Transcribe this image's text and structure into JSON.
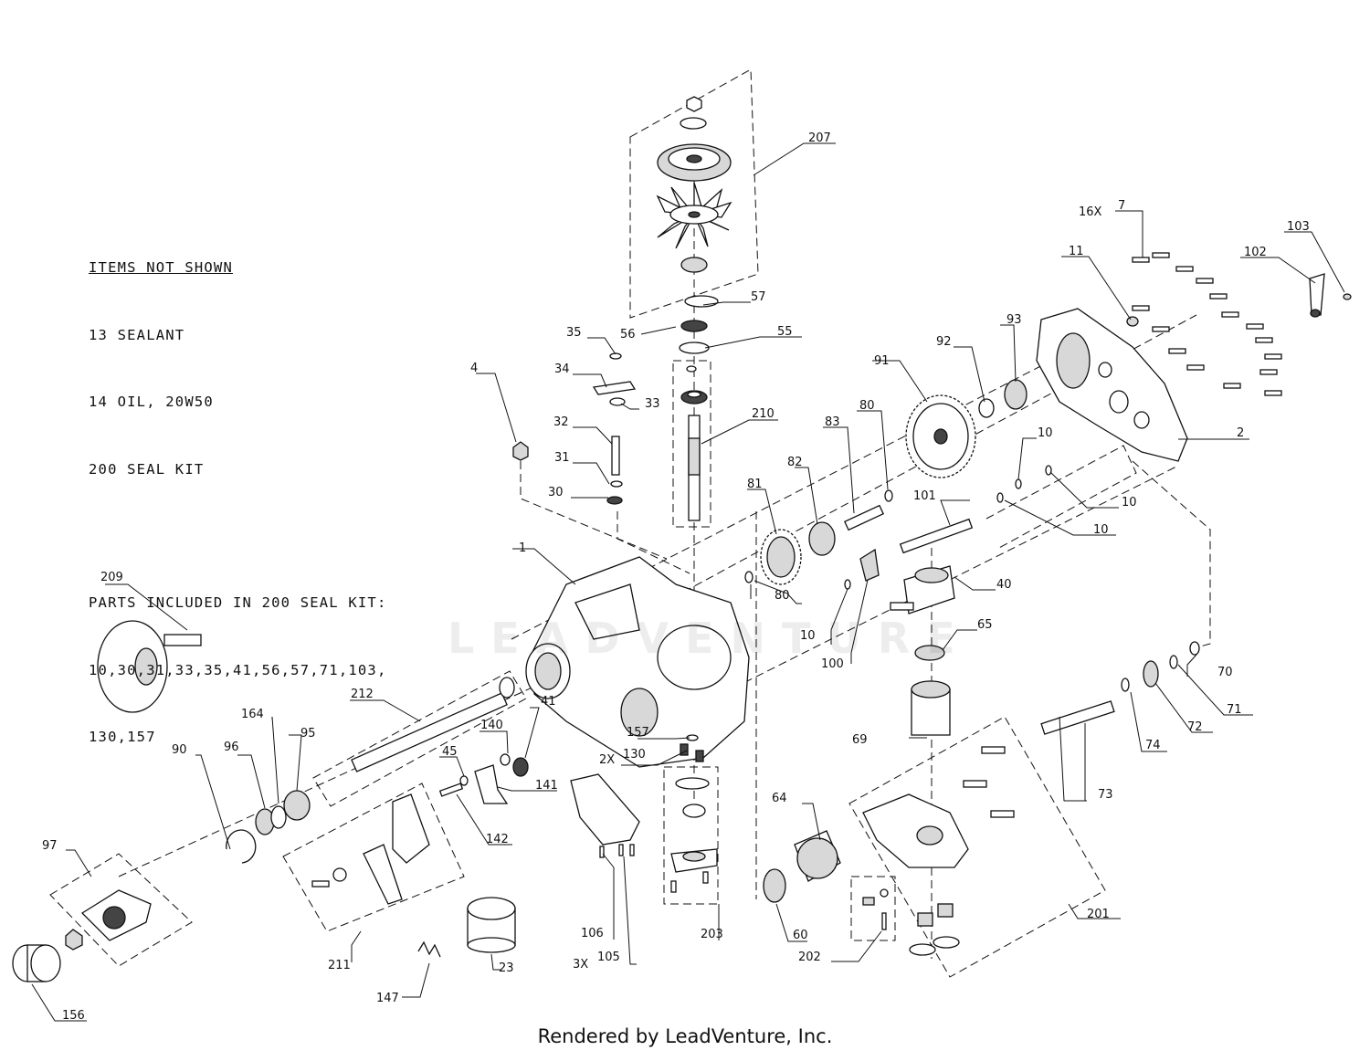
{
  "notes": {
    "heading": "ITEMS NOT SHOWN",
    "lines": [
      "13 SEALANT",
      "14 OIL, 20W50",
      "200 SEAL KIT"
    ],
    "kit_heading": "PARTS INCLUDED IN 200 SEAL KIT:",
    "kit_lines": [
      "10,30,31,33,35,41,56,57,71,103,",
      "130,157"
    ]
  },
  "footer": "Rendered by LeadVenture, Inc.",
  "watermark": "LEADVENTURE",
  "callouts": [
    {
      "id": "c207",
      "text": "207"
    },
    {
      "id": "c57",
      "text": "57"
    },
    {
      "id": "c56",
      "text": "56"
    },
    {
      "id": "c55",
      "text": "55"
    },
    {
      "id": "c35",
      "text": "35"
    },
    {
      "id": "c34",
      "text": "34"
    },
    {
      "id": "c33",
      "text": "33"
    },
    {
      "id": "c32",
      "text": "32"
    },
    {
      "id": "c31",
      "text": "31"
    },
    {
      "id": "c30",
      "text": "30"
    },
    {
      "id": "c4",
      "text": "4"
    },
    {
      "id": "c210",
      "text": "210"
    },
    {
      "id": "c16x",
      "text": "16X"
    },
    {
      "id": "c7",
      "text": "7"
    },
    {
      "id": "c11",
      "text": "11"
    },
    {
      "id": "c103",
      "text": "103"
    },
    {
      "id": "c102",
      "text": "102"
    },
    {
      "id": "c93",
      "text": "93"
    },
    {
      "id": "c92",
      "text": "92"
    },
    {
      "id": "c91",
      "text": "91"
    },
    {
      "id": "c83",
      "text": "83"
    },
    {
      "id": "c80a",
      "text": "80"
    },
    {
      "id": "c82",
      "text": "82"
    },
    {
      "id": "c81",
      "text": "81"
    },
    {
      "id": "c2",
      "text": "2"
    },
    {
      "id": "c10a",
      "text": "10"
    },
    {
      "id": "c10b",
      "text": "10"
    },
    {
      "id": "c10c",
      "text": "10"
    },
    {
      "id": "c101",
      "text": "101"
    },
    {
      "id": "c1",
      "text": "1"
    },
    {
      "id": "c80b",
      "text": "80"
    },
    {
      "id": "c10d",
      "text": "10"
    },
    {
      "id": "c40",
      "text": "40"
    },
    {
      "id": "c100",
      "text": "100"
    },
    {
      "id": "c65",
      "text": "65"
    },
    {
      "id": "c209",
      "text": "209"
    },
    {
      "id": "c212",
      "text": "212"
    },
    {
      "id": "c41",
      "text": "41"
    },
    {
      "id": "c140",
      "text": "140"
    },
    {
      "id": "c157",
      "text": "157"
    },
    {
      "id": "c2x",
      "text": "2X"
    },
    {
      "id": "c130",
      "text": "130"
    },
    {
      "id": "c69",
      "text": "69"
    },
    {
      "id": "c70",
      "text": "70"
    },
    {
      "id": "c71",
      "text": "71"
    },
    {
      "id": "c72",
      "text": "72"
    },
    {
      "id": "c74",
      "text": "74"
    },
    {
      "id": "c164",
      "text": "164"
    },
    {
      "id": "c96",
      "text": "96"
    },
    {
      "id": "c95",
      "text": "95"
    },
    {
      "id": "c90",
      "text": "90"
    },
    {
      "id": "c45",
      "text": "45"
    },
    {
      "id": "c141",
      "text": "141"
    },
    {
      "id": "c142",
      "text": "142"
    },
    {
      "id": "c73",
      "text": "73"
    },
    {
      "id": "c64",
      "text": "64"
    },
    {
      "id": "c97",
      "text": "97"
    },
    {
      "id": "c201",
      "text": "201"
    },
    {
      "id": "c106",
      "text": "106"
    },
    {
      "id": "c203",
      "text": "203"
    },
    {
      "id": "c60",
      "text": "60"
    },
    {
      "id": "c202",
      "text": "202"
    },
    {
      "id": "c3x",
      "text": "3X"
    },
    {
      "id": "c105",
      "text": "105"
    },
    {
      "id": "c211",
      "text": "211"
    },
    {
      "id": "c23",
      "text": "23"
    },
    {
      "id": "c147",
      "text": "147"
    },
    {
      "id": "c156",
      "text": "156"
    }
  ]
}
